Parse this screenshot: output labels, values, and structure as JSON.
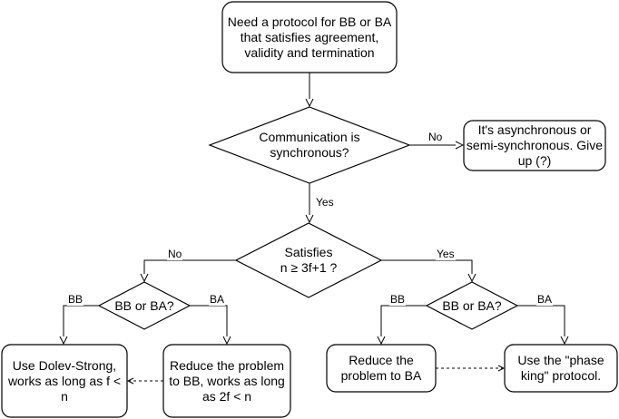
{
  "nodes": {
    "start": "Need a protocol for BB or BA that satisfies agreement, validity and termination",
    "sync_decision": "Communication is synchronous?",
    "async_giveup": "It's asynchronous or semi-synchronous. Give up (?)",
    "threshold_decision": "Satisfies\nn ≥ 3f+1 ?",
    "left_bb_ba": "BB or BA?",
    "right_bb_ba": "BB or BA?",
    "dolev_strong": "Use Dolev-Strong, works as long as f < n",
    "reduce_to_bb": "Reduce the problem to BB, works as long as 2f < n",
    "reduce_to_ba": "Reduce the problem to BA",
    "phase_king": "Use the \"phase king\" protocol."
  },
  "edges": {
    "sync_no": "No",
    "sync_yes": "Yes",
    "threshold_no": "No",
    "threshold_yes": "Yes",
    "left_bb": "BB",
    "left_ba": "BA",
    "right_bb": "BB",
    "right_ba": "BA"
  }
}
